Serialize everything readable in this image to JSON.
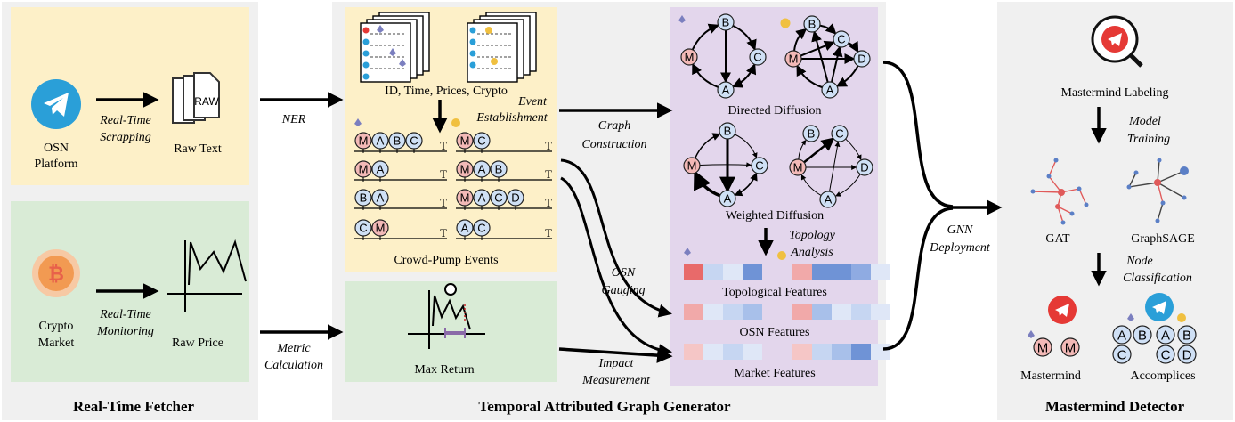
{
  "sections": {
    "fetcher_title": "Real-Time Fetcher",
    "generator_title": "Temporal Attributed Graph Generator",
    "detector_title": "Mastermind Detector"
  },
  "fetcher": {
    "osn_label_line1": "OSN",
    "osn_label_line2": "Platform",
    "scrap_line1": "Real-Time",
    "scrap_line2": "Scrapping",
    "raw_text": "Raw Text",
    "raw_file_label": "RAW",
    "crypto_label_line1": "Crypto",
    "crypto_label_line2": "Market",
    "monitor_line1": "Real-Time",
    "monitor_line2": "Monitoring",
    "raw_price": "Raw Price"
  },
  "arrows": {
    "ner": "NER",
    "metric_line1": "Metric",
    "metric_line2": "Calculation",
    "graph_line1": "Graph",
    "graph_line2": "Construction",
    "osn_line1": "OSN",
    "osn_line2": "Gauging",
    "impact_line1": "Impact",
    "impact_line2": "Measurement",
    "gnn_line1": "GNN",
    "gnn_line2": "Deployment"
  },
  "generator": {
    "docs_caption": "ID, Time, Prices, Crypto",
    "event_line1": "Event",
    "event_line2": "Establishment",
    "events_caption": "Crowd-Pump Events",
    "t_label": "T",
    "max_return": "Max Return",
    "directed_diffusion": "Directed Diffusion",
    "weighted_diffusion": "Weighted Diffusion",
    "topology_line1": "Topology",
    "topology_line2": "Analysis",
    "topological_features": "Topological Features",
    "osn_features": "OSN Features",
    "market_features": "Market Features"
  },
  "detector": {
    "labeling": "Mastermind Labeling",
    "model_line1": "Model",
    "model_line2": "Training",
    "gat": "GAT",
    "graphsage": "GraphSAGE",
    "node_line1": "Node",
    "node_line2": "Classification",
    "mastermind": "Mastermind",
    "accomplices": "Accomplices"
  },
  "event_rows_left": [
    [
      "M",
      "A",
      "B",
      "C"
    ],
    [
      "M",
      "A"
    ],
    [
      "B",
      "A"
    ],
    [
      "C",
      "M"
    ]
  ],
  "event_rows_right": [
    [
      "M",
      "C"
    ],
    [
      "M",
      "A",
      "B"
    ],
    [
      "M",
      "A",
      "C",
      "D"
    ],
    [
      "A",
      "C"
    ]
  ],
  "colors": {
    "fetcher_bg": "#f0f0f0",
    "osn_panel": "#fdf0c8",
    "market_panel": "#d9ebd6",
    "generator_bg": "#f0f0f0",
    "graph_panel": "#e3d6ec",
    "node_blue": "#cfe0f5",
    "node_red": "#f3b9b7",
    "telegram_blue": "#2a9fd8",
    "telegram_red": "#e53935",
    "bitcoin_orange": "#f29a52"
  }
}
